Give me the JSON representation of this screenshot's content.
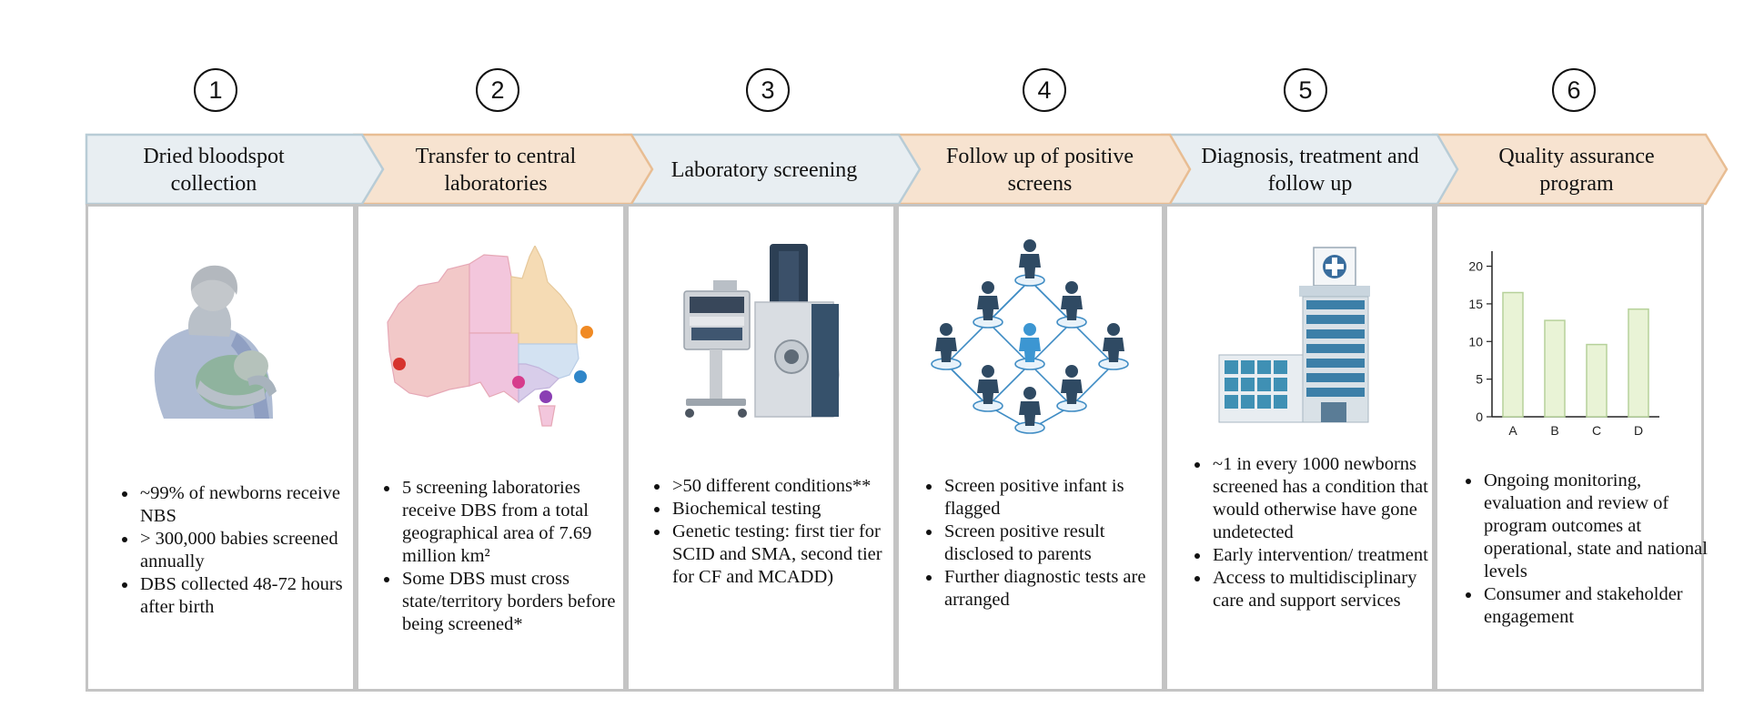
{
  "colors": {
    "blue_arrow_fill": "#e8eef2",
    "blue_arrow_stroke": "#b8ccd6",
    "peach_arrow_fill": "#f7e3d0",
    "peach_arrow_stroke": "#e8bd93",
    "panel_border": "#c4c4c4",
    "bar_fill": "#e9f3d6",
    "bar_stroke": "#b6d19a",
    "icon_navy": "#2f4a63",
    "icon_blue": "#3c8fc6"
  },
  "steps": [
    {
      "number": "1",
      "title": "Dried bloodspot collection",
      "bullets": [
        "~99% of newborns receive NBS",
        "> 300,000 babies screened annually",
        "DBS collected 48-72 hours after birth"
      ]
    },
    {
      "number": "2",
      "title": "Transfer to central laboratories",
      "bullets": [
        "5 screening laboratories receive DBS from a total geographical area of 7.69 million km²",
        "Some DBS must cross state/territory borders before being screened*"
      ]
    },
    {
      "number": "3",
      "title": "Laboratory screening",
      "bullets": [
        ">50 different conditions**",
        "Biochemical testing",
        "Genetic testing: first tier for SCID and SMA, second tier for CF and MCADD)"
      ]
    },
    {
      "number": "4",
      "title": "Follow up of positive screens",
      "bullets": [
        "Screen positive infant is flagged",
        "Screen positive result disclosed to parents",
        "Further diagnostic tests are arranged"
      ]
    },
    {
      "number": "5",
      "title": "Diagnosis, treatment and follow up",
      "bullets": [
        "~1 in every 1000 newborns screened has a condition that would otherwise have gone undetected",
        "Early intervention/ treatment",
        "Access to multidisciplinary care and support services"
      ]
    },
    {
      "number": "6",
      "title": "Quality assurance program",
      "bullets": [
        "Ongoing monitoring, evaluation and review of program outcomes at operational, state and national levels",
        "Consumer and stakeholder engagement"
      ]
    }
  ],
  "chart_data": {
    "type": "bar",
    "categories": [
      "A",
      "B",
      "C",
      "D"
    ],
    "values": [
      16.5,
      12.8,
      9.6,
      14.3
    ],
    "ylim": [
      0,
      22
    ],
    "yticks": [
      0,
      5,
      10,
      15,
      20
    ],
    "grid": false
  }
}
